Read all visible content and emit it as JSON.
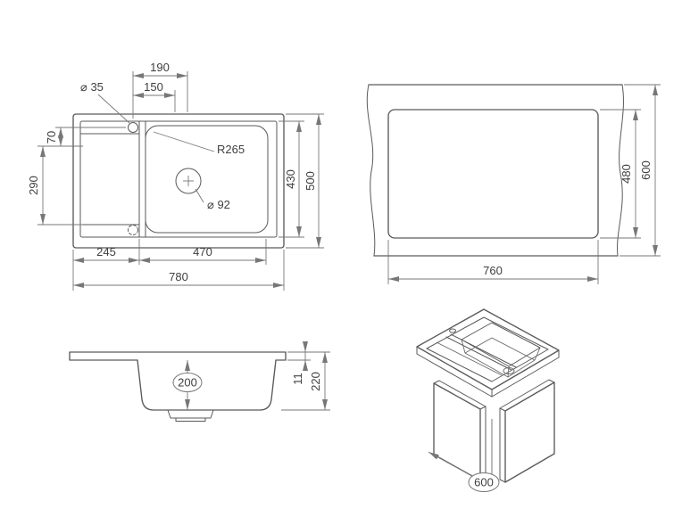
{
  "drawing": {
    "object_line_color": "#5a5a5a",
    "dimension_line_color": "#777777",
    "background": "#ffffff"
  },
  "views": {
    "top": {
      "dims": {
        "d190": "190",
        "d150": "150",
        "d35": "⌀ 35",
        "r265": "R265",
        "d92": "⌀ 92",
        "d70": "70",
        "d290": "290",
        "d430": "430",
        "d500": "500",
        "d245": "245",
        "d470": "470",
        "d780": "780"
      }
    },
    "cutout": {
      "dims": {
        "d480": "480",
        "d600": "600",
        "d760": "760"
      }
    },
    "section": {
      "dims": {
        "d200": "200",
        "d11": "11",
        "d220": "220"
      }
    },
    "iso": {
      "dims": {
        "d600": "600"
      }
    }
  }
}
